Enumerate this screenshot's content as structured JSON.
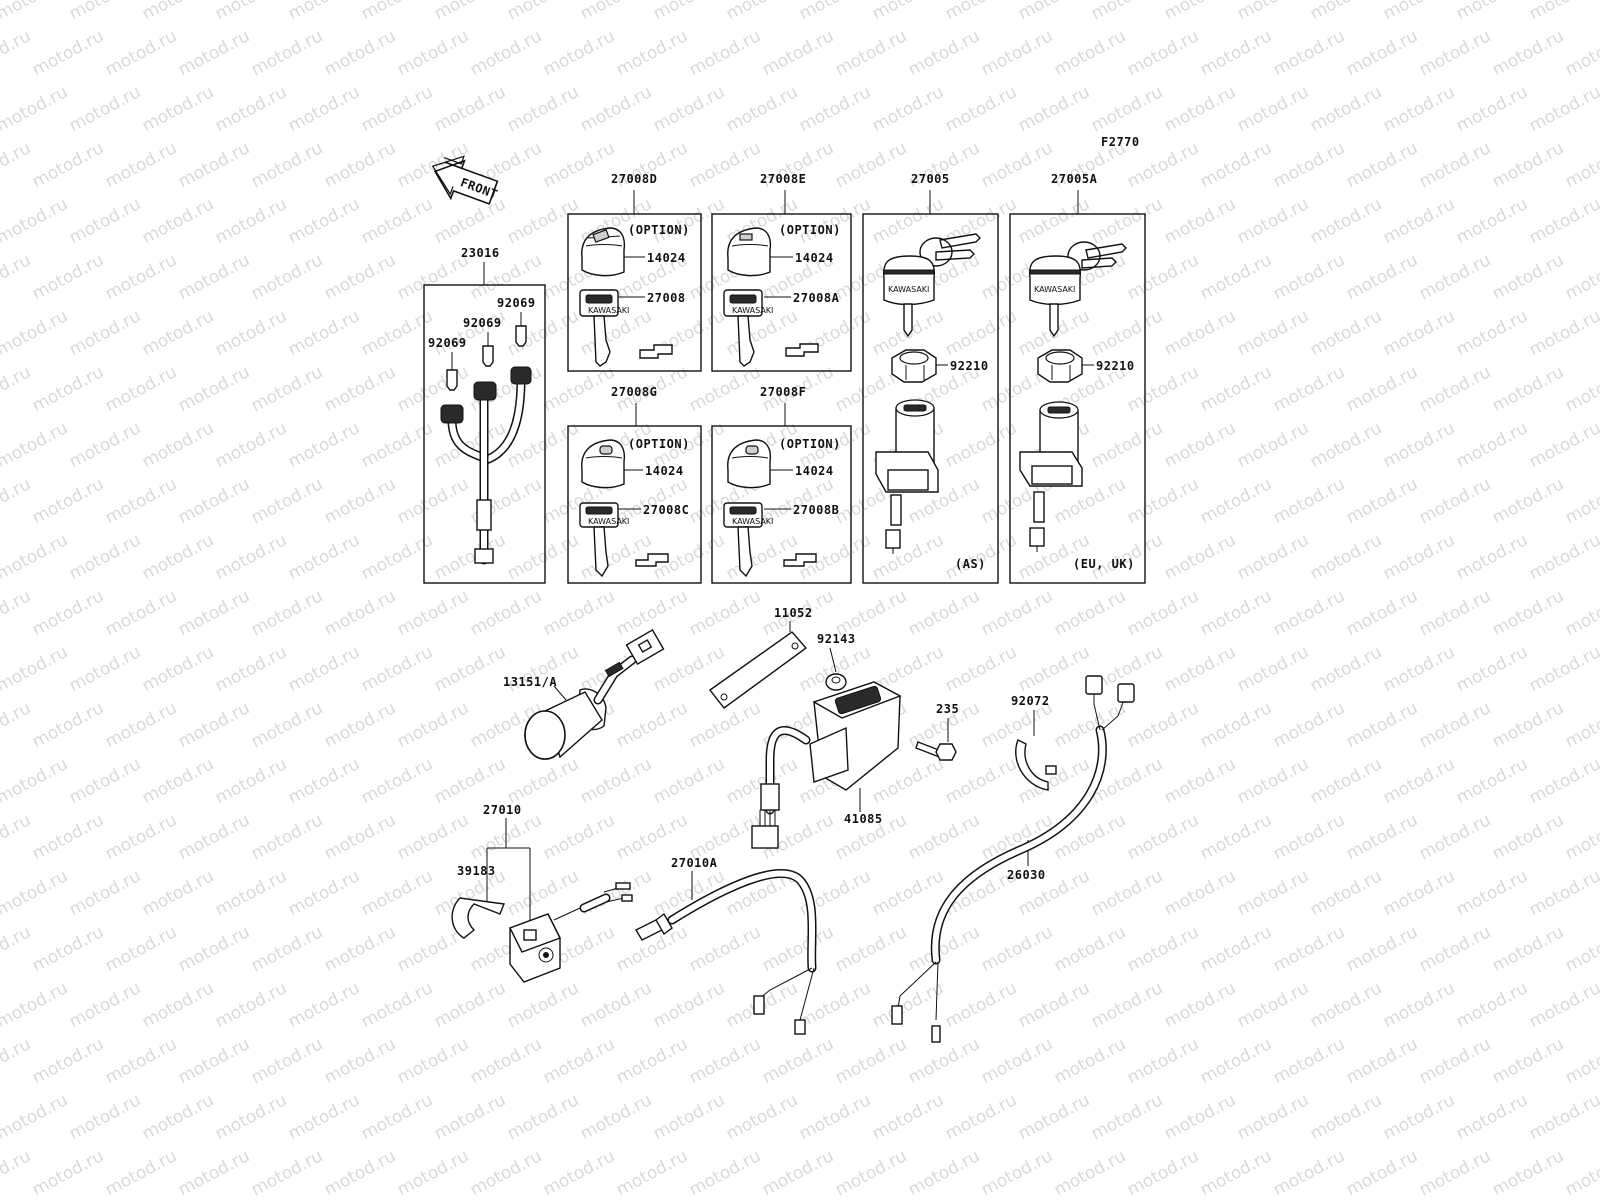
{
  "watermark": "motod.ru",
  "figure_code": "F2770",
  "front_label": "FRONT",
  "groups": {
    "g23016": "23016",
    "g27008D": "27008D",
    "g27008E": "27008E",
    "g27008G": "27008G",
    "g27008F": "27008F",
    "g27005": "27005",
    "g27005A": "27005A"
  },
  "notes": {
    "option_d": "(OPTION)",
    "option_e": "(OPTION)",
    "option_g": "(OPTION)",
    "option_f": "(OPTION)",
    "region_as": "(AS)",
    "region_eu_uk": "(EU, UK)"
  },
  "parts": {
    "p92069_a": "92069",
    "p92069_b": "92069",
    "p92069_c": "92069",
    "p14024_d": "14024",
    "p27008": "27008",
    "p14024_e": "14024",
    "p27008A": "27008A",
    "p14024_g": "14024",
    "p27008C": "27008C",
    "p14024_f": "14024",
    "p27008B": "27008B",
    "p92210_a": "92210",
    "p92210_b": "92210",
    "p11052": "11052",
    "p92143": "92143",
    "p13151A": "13151/A",
    "p235": "235",
    "p92072": "92072",
    "p41085": "41085",
    "p27010": "27010",
    "p39183": "39183",
    "p27010A": "27010A",
    "p26030": "26030"
  },
  "key_brand": "KAWASAKI"
}
